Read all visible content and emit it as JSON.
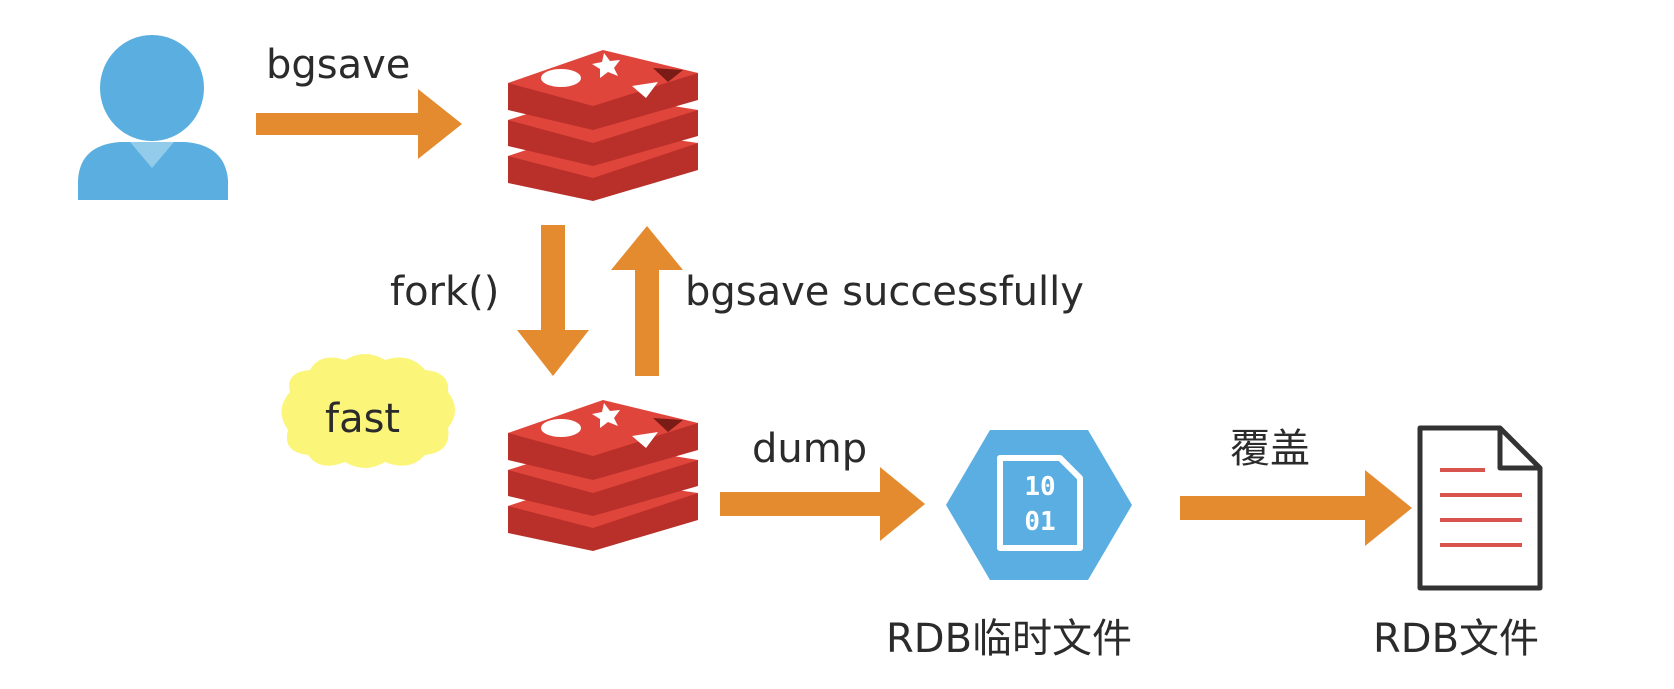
{
  "labels": {
    "bgsave": "bgsave",
    "fork": "fork()",
    "bgsave_success": "bgsave successfully",
    "fast": "fast",
    "dump": "dump",
    "temp_file_binary_top": "10",
    "temp_file_binary_bottom": "01",
    "temp_file": "RDB临时文件",
    "overwrite": "覆盖",
    "rdb_file": "RDB文件"
  },
  "colors": {
    "arrow": "#e58b2f",
    "user": "#5aafe0",
    "redis_top": "#e0453b",
    "redis_side": "#b9302a",
    "redis_symbol": "#ffffff",
    "redis_dark": "#7a1b16",
    "hexagon": "#5aaee2",
    "fast_bubble": "#fbf57a",
    "document_stroke": "#333333",
    "document_lines": "#d9534f"
  },
  "icons": {
    "user": "user-icon",
    "redis_parent": "redis-parent-icon",
    "redis_child": "redis-child-icon",
    "temp_file": "binary-file-hexagon-icon",
    "rdb_file": "document-icon",
    "fast_bubble": "fast-bubble"
  }
}
